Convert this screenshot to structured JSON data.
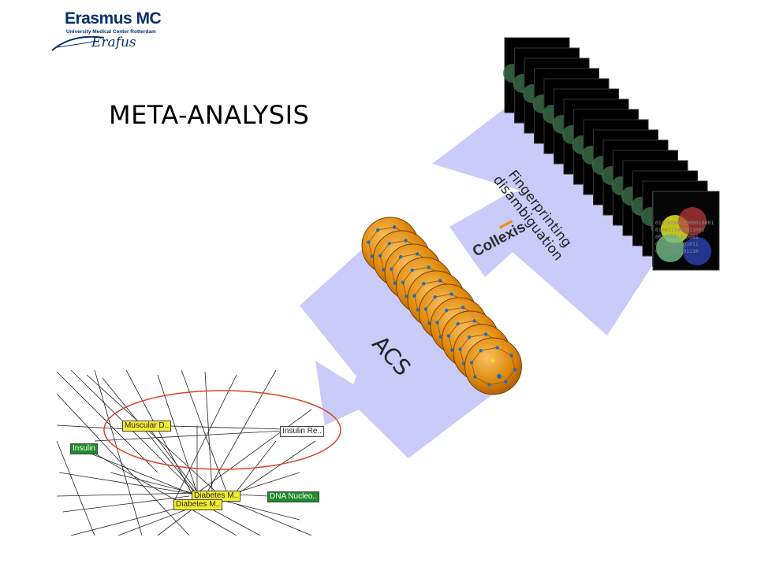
{
  "logo": {
    "name": "Erasmus MC",
    "subtitle": "University Medical Center Rotterdam",
    "script": "Erafus"
  },
  "title": "META-ANALYSIS",
  "labels": {
    "fingerprinting_line1": "Fingerprinting",
    "fingerprinting_line2": "disambiguation",
    "acs": "ACS",
    "collexis": "Collexis"
  },
  "network_nodes": [
    {
      "label": "Muscular D..",
      "color": "yellow"
    },
    {
      "label": "Insulin Re..",
      "color": "white"
    },
    {
      "label": "Insulin",
      "color": "green"
    },
    {
      "label": "Diabetes M..",
      "color": "yellow"
    },
    {
      "label": "Diabetes M..",
      "color": "yellow"
    },
    {
      "label": "DNA Nucleo..",
      "color": "green"
    }
  ],
  "document_stack": {
    "binary_rows": [
      "0111000011000010001",
      "0100111001011001",
      "00101001010001",
      "01010101101011",
      "00011101101110"
    ]
  },
  "colors": {
    "arrow_fill": "#c9cbf8",
    "ellipse_stroke": "#d9442a",
    "sphere_fill": "#e8940e",
    "sphere_edge": "#1e6fbf",
    "node_yellow": "#f3ee2c",
    "node_green": "#1f8a2a"
  }
}
